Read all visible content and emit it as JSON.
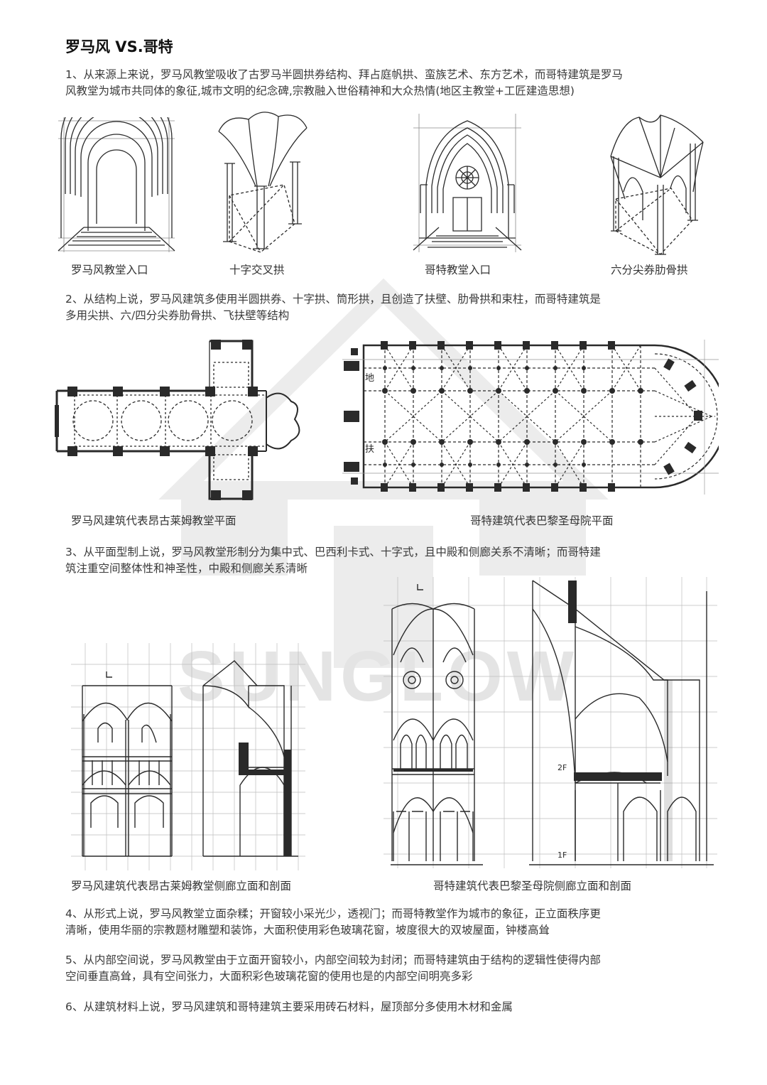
{
  "title": "罗马风 VS.哥特",
  "watermark": "SUNGLOW",
  "paragraphs": {
    "p1": [
      "1、从来源上来说，罗马风教堂吸收了古罗马半圆拱券结构、拜占庭帆拱、蛮族艺术、东方艺术，而哥特建筑是罗马",
      "风教堂为城市共同体的象征,城市文明的纪念碑,宗教融入世俗精神和大众热情(地区主教堂+工匠建造思想)"
    ],
    "p2": [
      "2、从结构上说，罗马风建筑多使用半圆拱券、十字拱、筒形拱，且创造了扶壁、肋骨拱和束柱，而哥特建筑是",
      "多用尖拱、六/四分尖券肋骨拱、飞扶壁等结构"
    ],
    "p3": [
      "3、从平面型制上说，罗马风教堂形制分为集中式、巴西利卡式、十字式，且中殿和侧廊关系不清晰；而哥特建",
      "筑注重空间整体性和神圣性，中殿和侧廊关系清晰"
    ],
    "p4": [
      "4、从形式上说，罗马风教堂立面杂糅；开窗较小采光少，透视门；而哥特教堂作为城市的象征，正立面秩序更",
      "清晰，使用华丽的宗教题材雕塑和装饰，大面积使用彩色玻璃花窗，坡度很大的双坡屋面，钟楼高耸"
    ],
    "p5": [
      "5、从内部空间说，罗马风教堂由于立面开窗较小，内部空间较为封闭；而哥特建筑由于结构的逻辑性使得内部",
      "空间垂直高耸，具有空间张力，大面积彩色玻璃花窗的使用也是的内部空间明亮多彩"
    ],
    "p6": [
      "6、从建筑材料上说，罗马风建筑和哥特建筑主要采用砖石材料，屋顶部分多使用木材和金属"
    ]
  },
  "captions": {
    "romanesque_entrance": "罗马风教堂入口",
    "cross_vault": "十字交叉拱",
    "gothic_entrance": "哥特教堂入口",
    "sexpartite_vault": "六分尖券肋骨拱",
    "romanesque_plan": "罗马风建筑代表昂古莱姆教堂平面",
    "gothic_plan": "哥特建筑代表巴黎圣母院平面",
    "romanesque_section": "罗马风建筑代表昂古莱姆教堂侧廊立面和剖面",
    "gothic_section": "哥特建筑代表巴黎圣母院侧廊立面和剖面"
  },
  "sketch_labels": {
    "floor_2": "2F",
    "floor_1": "1F",
    "plan_mark_1": "地",
    "plan_mark_2": "扶"
  },
  "colors": {
    "ink": "#2a2a2a",
    "text": "#333333",
    "watermark": "#e4e4e4"
  }
}
